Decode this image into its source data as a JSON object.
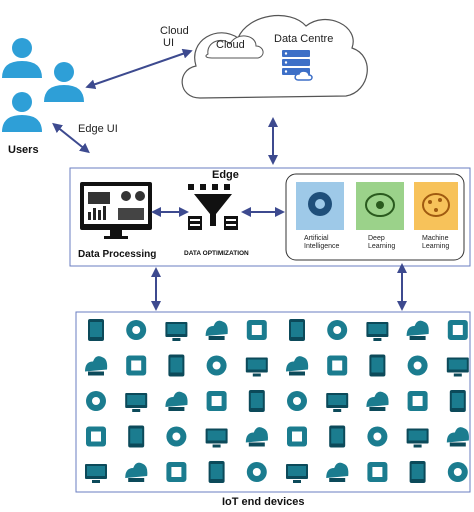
{
  "users": {
    "label": "Users"
  },
  "links": {
    "cloud_ui": [
      "Cloud",
      "UI"
    ],
    "edge_ui": "Edge UI"
  },
  "cloud": {
    "cloud_label": "Cloud",
    "datacentre_label": "Data Centre"
  },
  "edge": {
    "title": "Edge",
    "data_processing_label": "Data Processing",
    "data_optimization_label": "DATA OPTIMIZATION",
    "ai_panels": [
      {
        "label": [
          "Artificial",
          "Intelligence"
        ],
        "color": "#9ec9e8",
        "icon": "head-ai-icon"
      },
      {
        "label": [
          "Deep",
          "Learning"
        ],
        "color": "#9bd28a",
        "icon": "brain-gear-icon"
      },
      {
        "label": [
          "Machine",
          "Learning"
        ],
        "color": "#f7c25a",
        "icon": "brain-network-icon"
      }
    ]
  },
  "iot": {
    "title": "IoT end devices",
    "device_icons": [
      [
        "tablet-icon",
        "cloud-icon",
        "wifi-icon",
        "monitor-icon",
        "gear-icon",
        "globe-icon",
        "smartwatch-icon",
        "smart-home-icon",
        "laptop-icon",
        "location-pin-icon"
      ],
      [
        "phone-icon",
        "house-icon",
        "camera-icon",
        "server-icon",
        "router-icon",
        "network-icon",
        "cloud-sync-icon",
        "mouse-icon",
        "display-icon",
        "printer-icon"
      ],
      [
        "robot-arm-icon",
        "gears-icon",
        "dashboard-icon",
        "satellite-icon",
        "controller-icon",
        "gamepad-icon",
        "antenna-icon",
        "phone-app-icon",
        "chat-icon",
        "bulb-icon"
      ],
      [
        "card-icon",
        "usb-icon",
        "bell-icon",
        "battery-icon",
        "calculator-icon",
        "globe-network-icon",
        "tablet-alt-icon",
        "phone-alt-icon",
        "tv-icon",
        "satellite-dish-icon"
      ],
      [
        "search-icon",
        "mail-icon",
        "headset-icon",
        "car-icon",
        "cloud-server-icon",
        "keyboard-icon",
        "map-icon",
        "folder-icon",
        "shopping-icon",
        "fitness-icon"
      ]
    ]
  },
  "colors": {
    "teal": "#1b7c8f",
    "dark_teal": "#0c4a5a",
    "person_blue": "#2e9fd7",
    "frame": "#6a7ec0",
    "arrow": "#3d4a8f"
  }
}
